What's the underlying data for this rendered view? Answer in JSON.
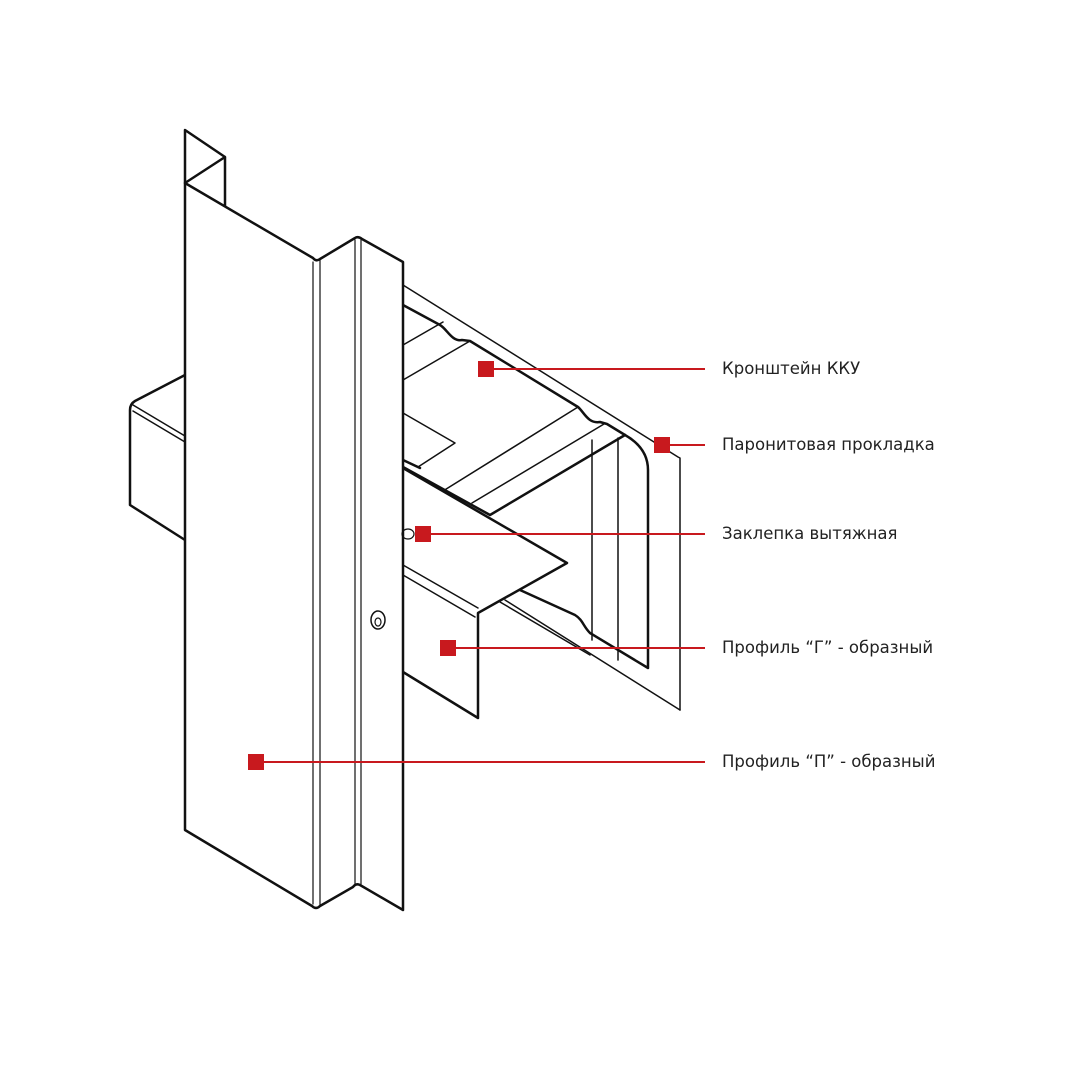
{
  "colors": {
    "accent": "#c8191e",
    "line": "#111111",
    "text": "#222222"
  },
  "callouts": [
    {
      "id": "bracket",
      "label": "Кронштейн ККУ"
    },
    {
      "id": "gasket",
      "label": "Паронитовая прокладка"
    },
    {
      "id": "rivet",
      "label": "Заклепка вытяжная"
    },
    {
      "id": "g-profile",
      "label": "Профиль “Г” - образный"
    },
    {
      "id": "p-profile",
      "label": "Профиль “П” - образный"
    }
  ]
}
